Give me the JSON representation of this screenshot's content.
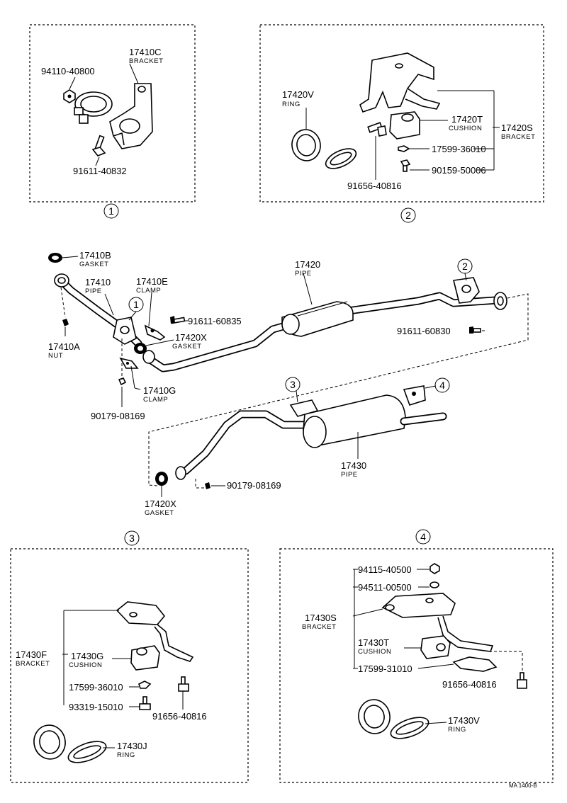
{
  "callouts": {
    "c1": "1",
    "c2": "2",
    "c3": "3",
    "c4": "4",
    "c1_top": "1",
    "c2_top": "2",
    "c3_top": "3",
    "c4_top": "4"
  },
  "parts": {
    "p17410C": {
      "number": "17410C",
      "label": "BRACKET"
    },
    "p94110_40800": {
      "number": "94110-40800"
    },
    "p91611_40832": {
      "number": "91611-40832"
    },
    "p17420V": {
      "number": "17420V",
      "label": "RING"
    },
    "p17420T": {
      "number": "17420T",
      "label": "CUSHION"
    },
    "p17420S": {
      "number": "17420S",
      "label": "BRACKET"
    },
    "p17599_36010_a": {
      "number": "17599-36010"
    },
    "p90159_50006": {
      "number": "90159-50006"
    },
    "p91656_40816_a": {
      "number": "91656-40816"
    },
    "p17410B": {
      "number": "17410B",
      "label": "GASKET"
    },
    "p17410": {
      "number": "17410",
      "label": "PIPE"
    },
    "p17410E": {
      "number": "17410E",
      "label": "CLAMP"
    },
    "p91611_60835": {
      "number": "91611-60835"
    },
    "p17420X_a": {
      "number": "17420X",
      "label": "GASKET"
    },
    "p17410A": {
      "number": "17410A",
      "label": "NUT"
    },
    "p17410G": {
      "number": "17410G",
      "label": "CLAMP"
    },
    "p90179_08169_a": {
      "number": "90179-08169"
    },
    "p17420": {
      "number": "17420",
      "label": "PIPE"
    },
    "p91611_60830": {
      "number": "91611-60830"
    },
    "p17430": {
      "number": "17430",
      "label": "PIPE"
    },
    "p90179_08169_b": {
      "number": "90179-08169"
    },
    "p17420X_b": {
      "number": "17420X",
      "label": "GASKET"
    },
    "p17430F": {
      "number": "17430F",
      "label": "BRACKET"
    },
    "p17430G": {
      "number": "17430G",
      "label": "CUSHION"
    },
    "p17599_36010_b": {
      "number": "17599-36010"
    },
    "p93319_15010": {
      "number": "93319-15010"
    },
    "p91656_40816_b": {
      "number": "91656-40816"
    },
    "p17430J": {
      "number": "17430J",
      "label": "RING"
    },
    "p94115_40500": {
      "number": "94115-40500"
    },
    "p94511_00500": {
      "number": "94511-00500"
    },
    "p17430S": {
      "number": "17430S",
      "label": "BRACKET"
    },
    "p17430T": {
      "number": "17430T",
      "label": "CUSHION"
    },
    "p17599_31010": {
      "number": "17599-31010"
    },
    "p91656_40816_c": {
      "number": "91656-40816"
    },
    "p17430V": {
      "number": "17430V",
      "label": "RING"
    }
  },
  "footer": {
    "code": "MA 1400-B"
  }
}
